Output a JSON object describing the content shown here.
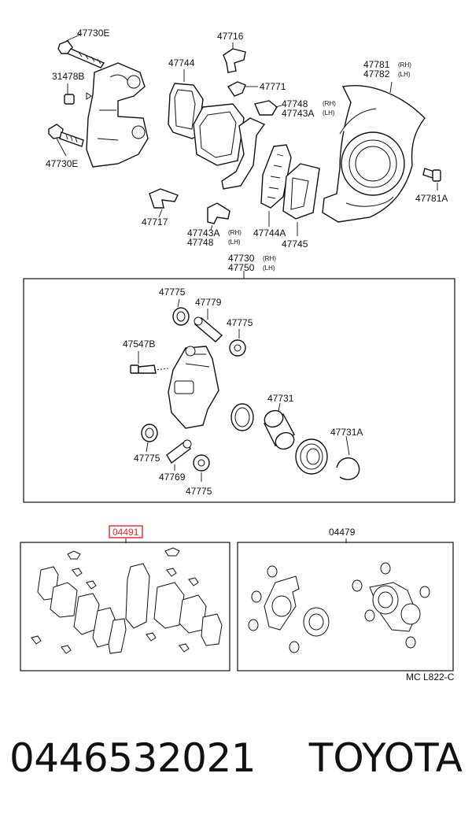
{
  "diagram": {
    "top_labels": {
      "bolt_upper": "47730E",
      "bolt_lower": "47730E",
      "plug": "31478B",
      "pad": "47744",
      "clip_top": "47716",
      "anti_squeal": "47771",
      "shim_inner_rh": "47748",
      "shim_inner_lh": "47743A",
      "clip_bottom": "47717",
      "shim_outer_rh": "47743A",
      "shim_outer_lh": "47748",
      "shim_inner2": "47744A",
      "shim_outer2": "47745",
      "cover_rh": "47781",
      "cover_lh": "47782",
      "cover_bolt": "47781A",
      "rh": "(RH)",
      "lh": "(LH)"
    },
    "assembly": {
      "title_rh": "47730",
      "title_lh": "47750",
      "rh": "(RH)",
      "lh": "(LH)",
      "boot_a": "47775",
      "pin": "47779",
      "boot_b": "47775",
      "bleeder": "47547B",
      "piston": "47731",
      "seal": "47731A",
      "boot_c": "47775",
      "pin_lower": "47769",
      "boot_d": "47775"
    },
    "kits": {
      "pad_kit": "04491",
      "seal_kit": "04479",
      "ref_code": "MC L822-C"
    }
  },
  "footer": {
    "part_number": "0446532021",
    "brand": "TOYOTA"
  },
  "colors": {
    "highlight": "#e3262c",
    "ink": "#111111",
    "background": "#ffffff"
  }
}
